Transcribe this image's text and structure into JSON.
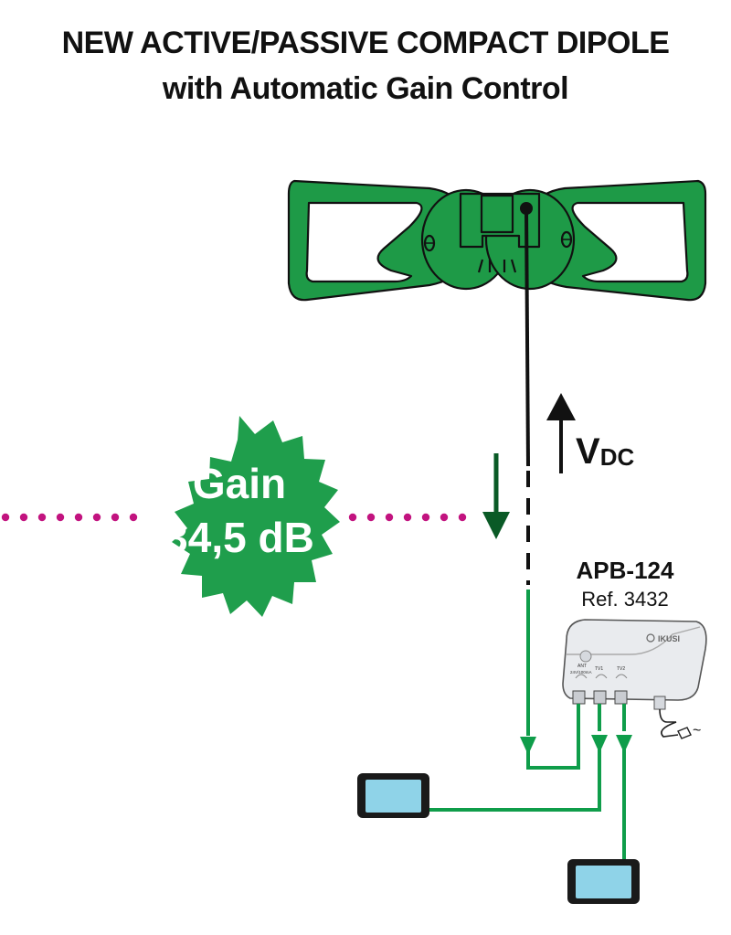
{
  "header": {
    "title_line1": "NEW ACTIVE/PASSIVE COMPACT DIPOLE",
    "title_line2": "with Automatic Gain Control"
  },
  "gain_badge": {
    "line1": "Gain",
    "line2": "34,5 dB"
  },
  "dc_label": {
    "main": "V",
    "sub": "DC"
  },
  "amplifier": {
    "model": "APB-124",
    "ref": "Ref. 3432",
    "brand": "IKUSI",
    "port_ant": "ANT",
    "port_ant_sub": "24V/100mA",
    "port_tv1": "TV1",
    "port_tv2": "TV2"
  },
  "mains_symbol": "~",
  "colors": {
    "antenna_green": "#1e9a47",
    "signal_green": "#0f9d4a",
    "dark_green": "#0a5a26",
    "badge_green": "#1f9e4c",
    "dots_magenta": "#c2137f",
    "screen_blue": "#8fd3e8"
  }
}
